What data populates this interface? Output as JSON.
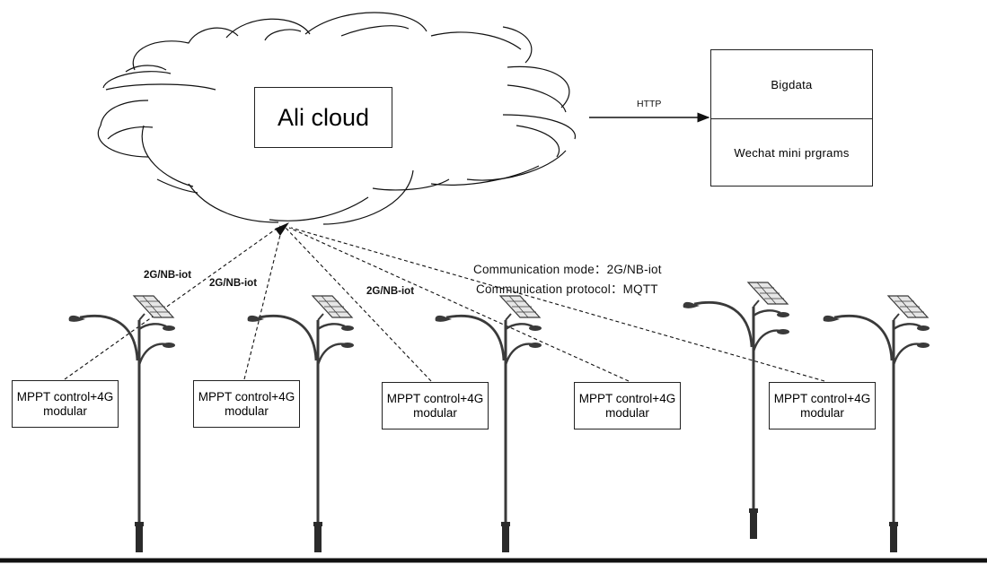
{
  "cloud": {
    "label": "Ali cloud"
  },
  "http_label": "HTTP",
  "services": {
    "top": "Bigdata",
    "bottom": "Wechat mini prgrams"
  },
  "links": {
    "label_1": "2G/NB-iot",
    "label_2": "2G/NB-iot",
    "label_3": "2G/NB-iot"
  },
  "notes": {
    "mode": "Communication mode：2G/NB-iot",
    "protocol": "Communication protocol：MQTT"
  },
  "modules": [
    {
      "label": "MPPT control+4G modular"
    },
    {
      "label": "MPPT control+4G modular"
    },
    {
      "label": "MPPT control+4G modular"
    },
    {
      "label": "MPPT control+4G modular"
    },
    {
      "label": "MPPT control+4G modular"
    }
  ],
  "colors": {
    "line": "#111111",
    "pole": "#3a3a3a",
    "panel": "#e6e6e6"
  }
}
